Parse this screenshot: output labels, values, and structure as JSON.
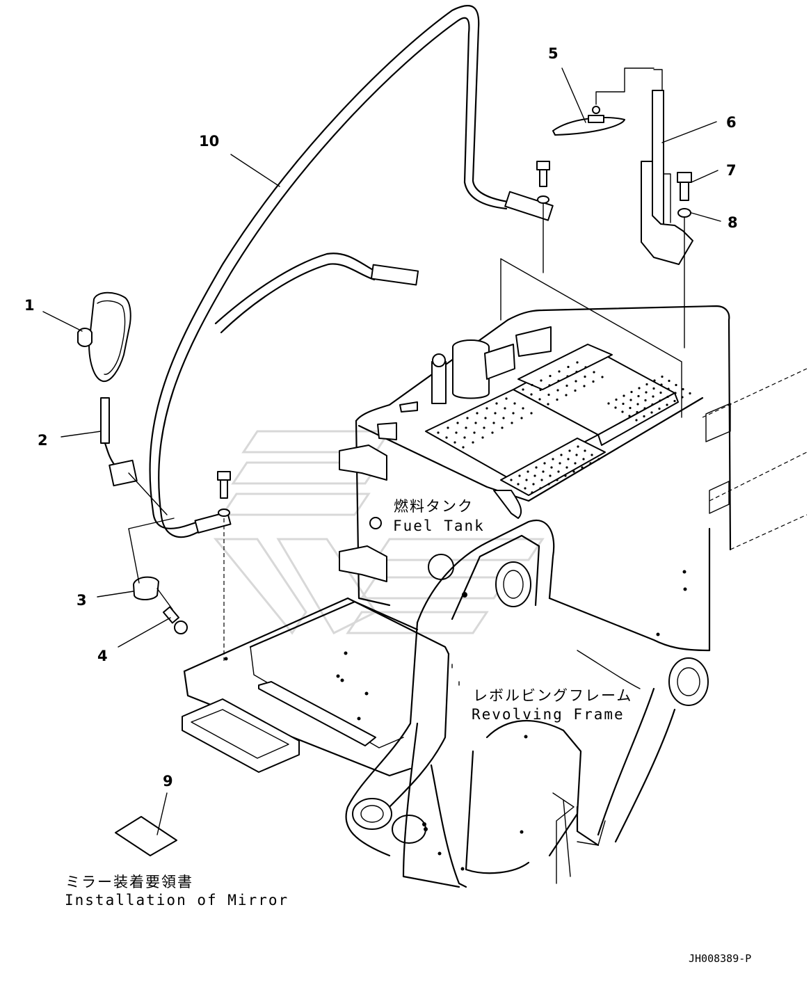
{
  "callouts": {
    "c1": "1",
    "c2": "2",
    "c3": "3",
    "c4": "4",
    "c5": "5",
    "c6": "6",
    "c7": "7",
    "c8": "8",
    "c9": "9",
    "c10": "10"
  },
  "labels": {
    "fuel_tank_jp": "燃料タンク",
    "fuel_tank_en": "Fuel Tank",
    "revolving_frame_jp": "レボルビングフレーム",
    "revolving_frame_en": "Revolving Frame",
    "installation_jp": "ミラー装着要領書",
    "installation_en": "Installation of Mirror"
  },
  "drawing_code": "JH008389-P"
}
